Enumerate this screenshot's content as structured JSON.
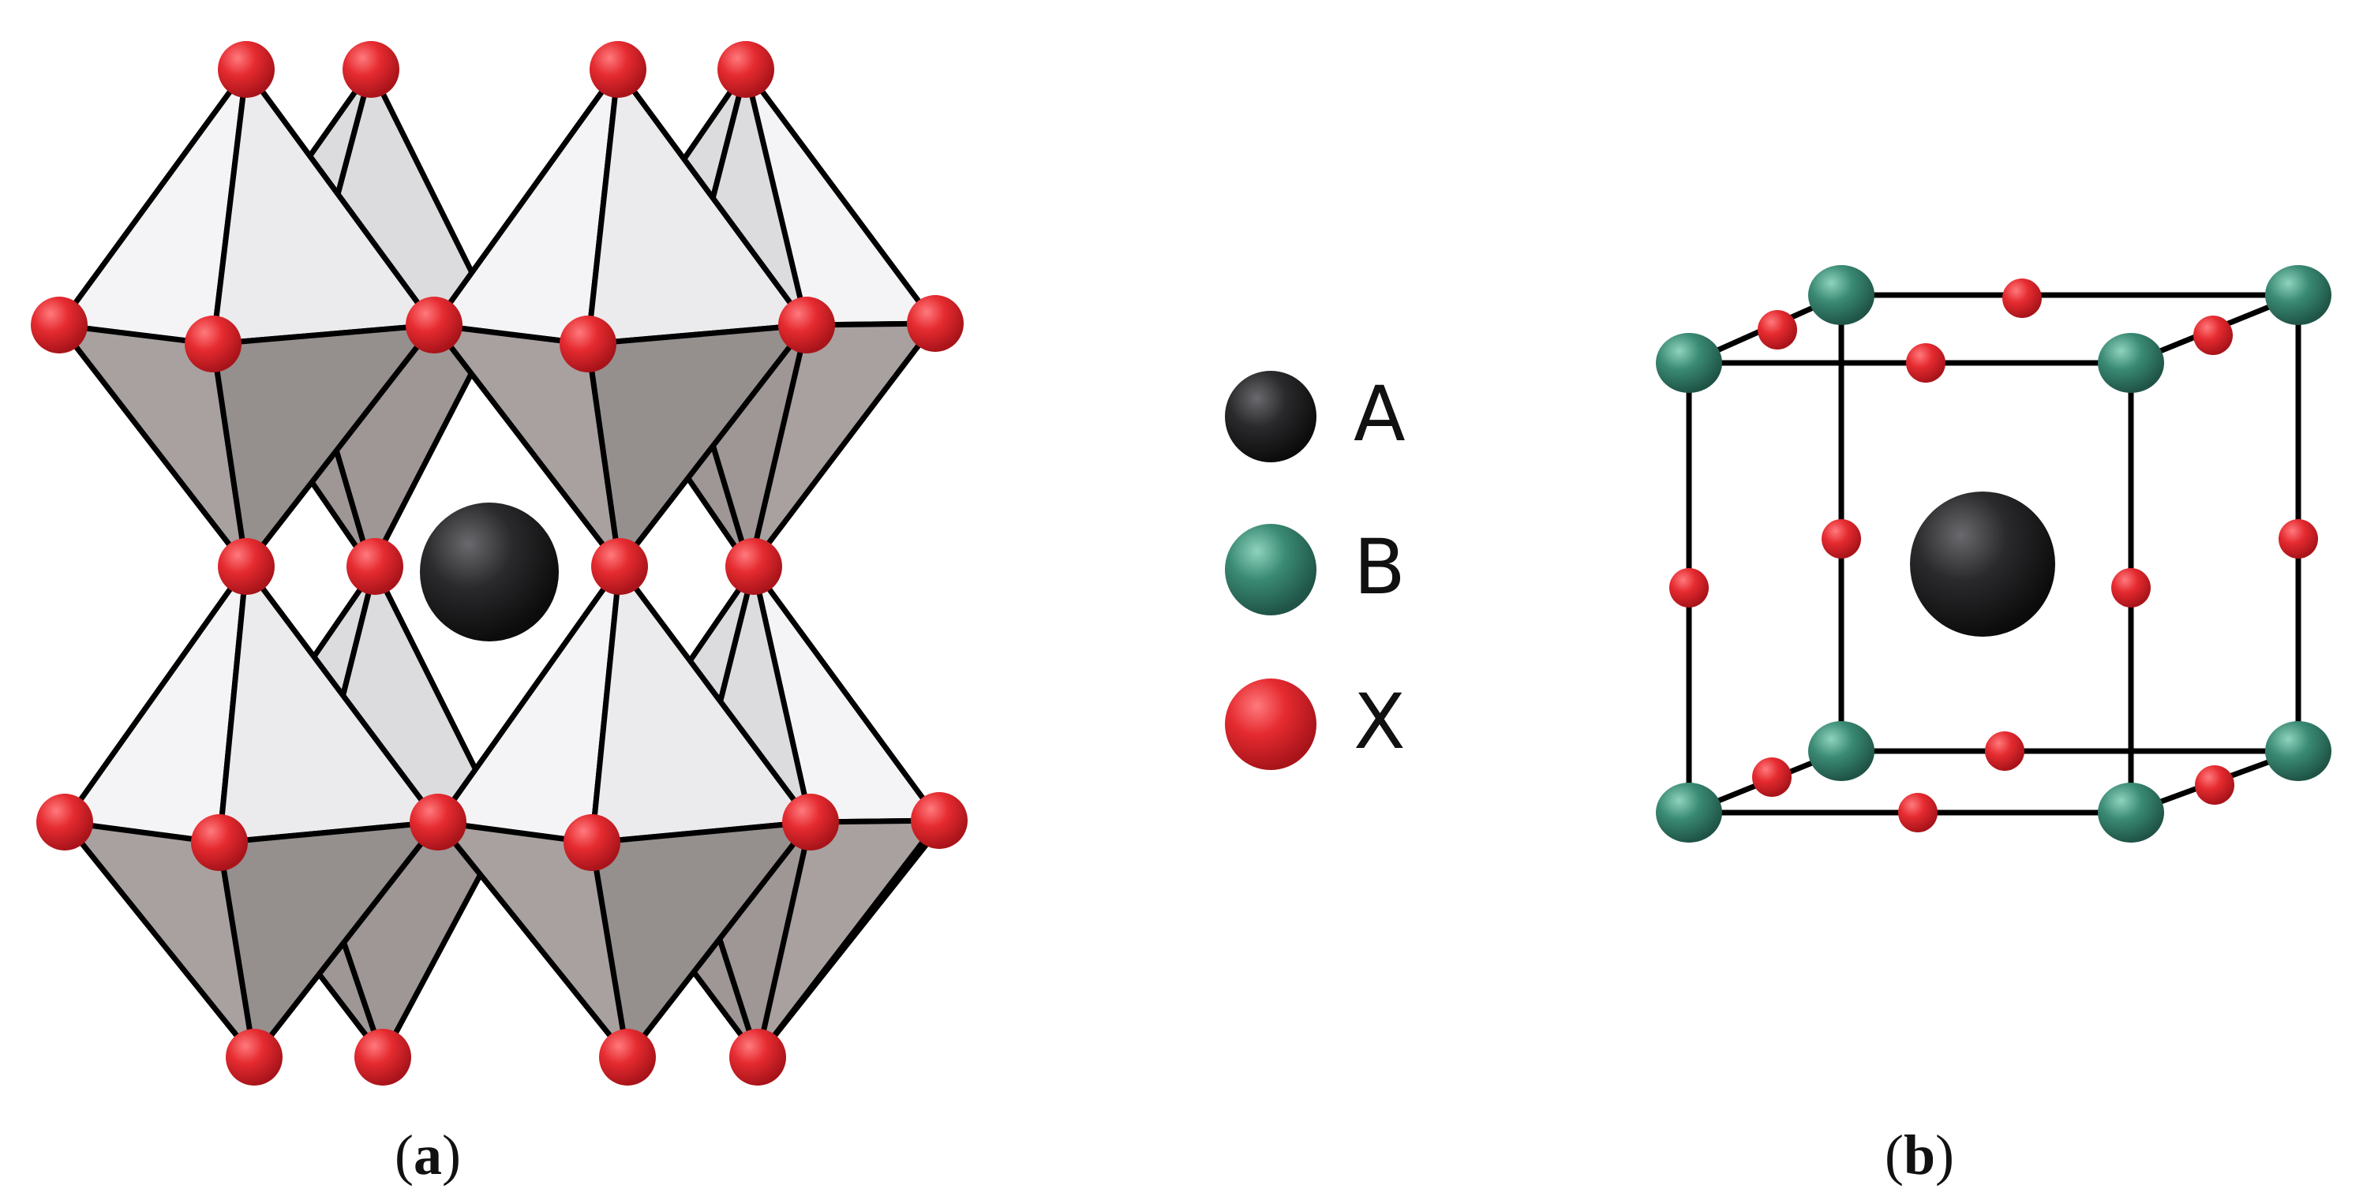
{
  "legend": {
    "items": [
      {
        "symbol": "A",
        "color": "#2a2a2c"
      },
      {
        "symbol": "B",
        "color": "#3a8a74"
      },
      {
        "symbol": "X",
        "color": "#e52b30"
      }
    ]
  },
  "captions": {
    "a": {
      "open": "(",
      "letter": "a",
      "close": ")"
    },
    "b": {
      "open": "(",
      "letter": "b",
      "close": ")"
    }
  },
  "colors": {
    "atom_A": "#2a2a2c",
    "atom_B": "#3a8a74",
    "atom_X": "#e52b30",
    "octahedron_light": "#ebebed",
    "octahedron_dark": "#a8a1a0"
  }
}
